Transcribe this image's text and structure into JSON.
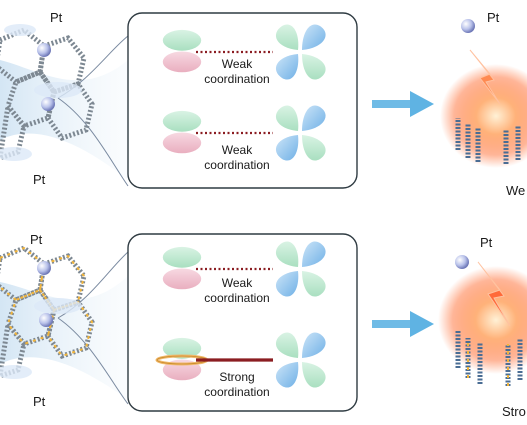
{
  "top_row": {
    "left_pt_labels": [
      "Pt",
      "Pt"
    ],
    "coordination_labels": [
      [
        "Weak",
        "coordination"
      ],
      [
        "Weak",
        "coordination"
      ]
    ],
    "right_pt_label": "Pt",
    "right_caption_partial": "We"
  },
  "bottom_row": {
    "left_pt_labels": [
      "Pt",
      "Pt"
    ],
    "coordination_labels": [
      [
        "Weak",
        "coordination"
      ],
      [
        "Strong",
        "coordination"
      ]
    ],
    "right_pt_label": "Pt",
    "right_caption_partial": "Stro"
  },
  "colors": {
    "orbital_green": "#bde7cf",
    "orbital_pink": "#f2c5d2",
    "orbital_blue": "#8fc3ef",
    "weak_line": "#8b1d22",
    "strong_line": "#8b1d22",
    "arrow": "#5fb3e3",
    "panel_border": "#2f3b42",
    "glow": "#ff7a45"
  }
}
